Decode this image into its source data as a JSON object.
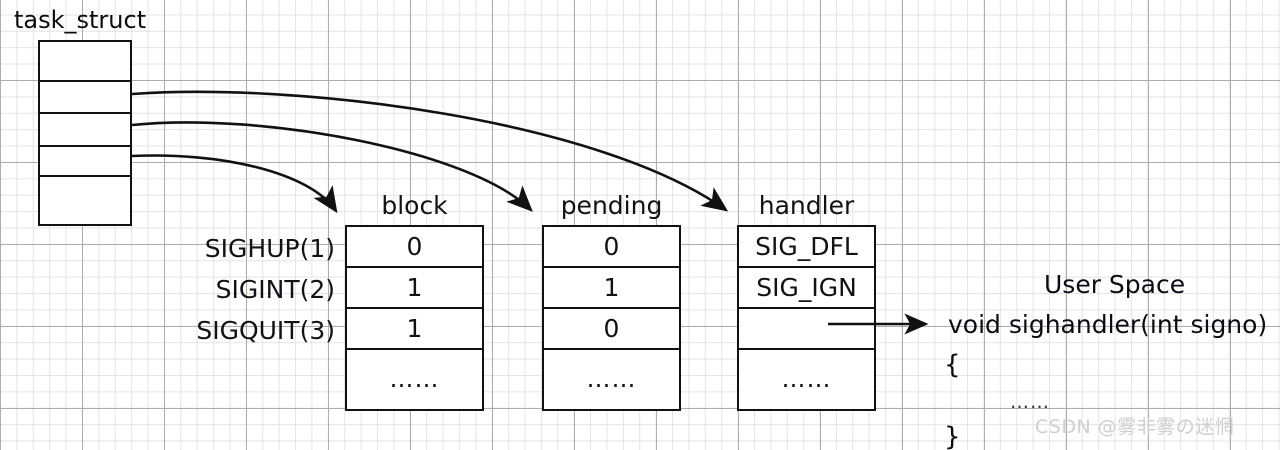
{
  "title": "task_struct",
  "struct": {
    "name": "task_struct",
    "rows": [
      "",
      "",
      "",
      "",
      ""
    ]
  },
  "signal_labels": [
    "SIGHUP(1)",
    "SIGINT(2)",
    "SIGQUIT(3)"
  ],
  "tables": [
    {
      "id": "block",
      "header": "block",
      "cells": [
        "0",
        "1",
        "1",
        "……",
        ""
      ]
    },
    {
      "id": "pending",
      "header": "pending",
      "cells": [
        "0",
        "1",
        "0",
        "……",
        ""
      ]
    },
    {
      "id": "handler",
      "header": "handler",
      "cells": [
        "SIG_DFL",
        "SIG_IGN",
        "",
        "……",
        ""
      ]
    }
  ],
  "user_space": {
    "title": "User Space",
    "signature": "void sighandler(int signo)",
    "brace_open": "{",
    "body_ellipsis": "……",
    "brace_close": "}"
  },
  "watermark": "CSDN @雾非雾の迷惘",
  "colors": {
    "ink": "#111118",
    "grid_major": "#aaaaaa",
    "grid_minor": "#e1e1e1",
    "paper": "#ffffff",
    "watermark": "#cfcfcf"
  },
  "arrows": [
    {
      "name": "arrow-struct-to-block",
      "from": "task_struct row 2",
      "to": "block table"
    },
    {
      "name": "arrow-struct-to-pending",
      "from": "task_struct row 3",
      "to": "pending table"
    },
    {
      "name": "arrow-struct-to-handler",
      "from": "task_struct row 4",
      "to": "handler table"
    },
    {
      "name": "arrow-handler-to-userspace",
      "from": "handler row 3",
      "to": "void sighandler(int signo)"
    }
  ]
}
